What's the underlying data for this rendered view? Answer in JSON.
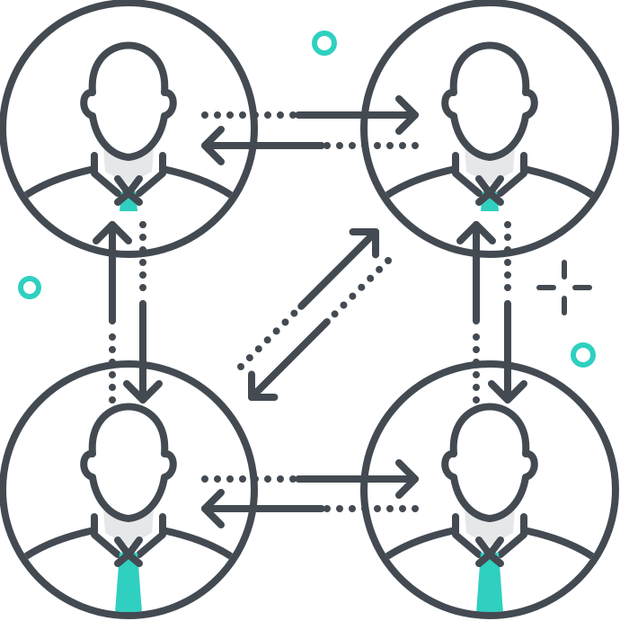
{
  "illustration": {
    "subject": "people-network",
    "people": [
      {
        "id": "person-top-left",
        "tie": "knot-only"
      },
      {
        "id": "person-top-right",
        "tie": "knot-only"
      },
      {
        "id": "person-bottom-left",
        "tie": "full"
      },
      {
        "id": "person-bottom-right",
        "tie": "full"
      }
    ],
    "connections": [
      {
        "from": "person-top-left",
        "to": "person-top-right",
        "style": "dotted-then-solid"
      },
      {
        "from": "person-top-right",
        "to": "person-top-left",
        "style": "dotted-then-solid"
      },
      {
        "from": "person-bottom-left",
        "to": "person-bottom-right",
        "style": "dotted-then-solid"
      },
      {
        "from": "person-bottom-right",
        "to": "person-bottom-left",
        "style": "dotted-then-solid"
      },
      {
        "from": "person-top-left",
        "to": "person-bottom-left",
        "style": "dotted-then-solid"
      },
      {
        "from": "person-bottom-left",
        "to": "person-top-left",
        "style": "dotted-then-solid"
      },
      {
        "from": "person-top-right",
        "to": "person-bottom-right",
        "style": "dotted-then-solid"
      },
      {
        "from": "person-bottom-right",
        "to": "person-top-right",
        "style": "dotted-then-solid"
      },
      {
        "from": "person-bottom-left",
        "to": "person-top-right",
        "style": "dotted-then-solid"
      },
      {
        "from": "person-top-right",
        "to": "person-bottom-left",
        "style": "dotted-then-solid"
      }
    ],
    "decorations": [
      "small-ring",
      "small-ring",
      "small-ring",
      "sparkle"
    ]
  },
  "colors": {
    "stroke": "#434a52",
    "accent": "#2fd0c0",
    "collar": "#e6e7e8",
    "background": "#ffffff"
  }
}
